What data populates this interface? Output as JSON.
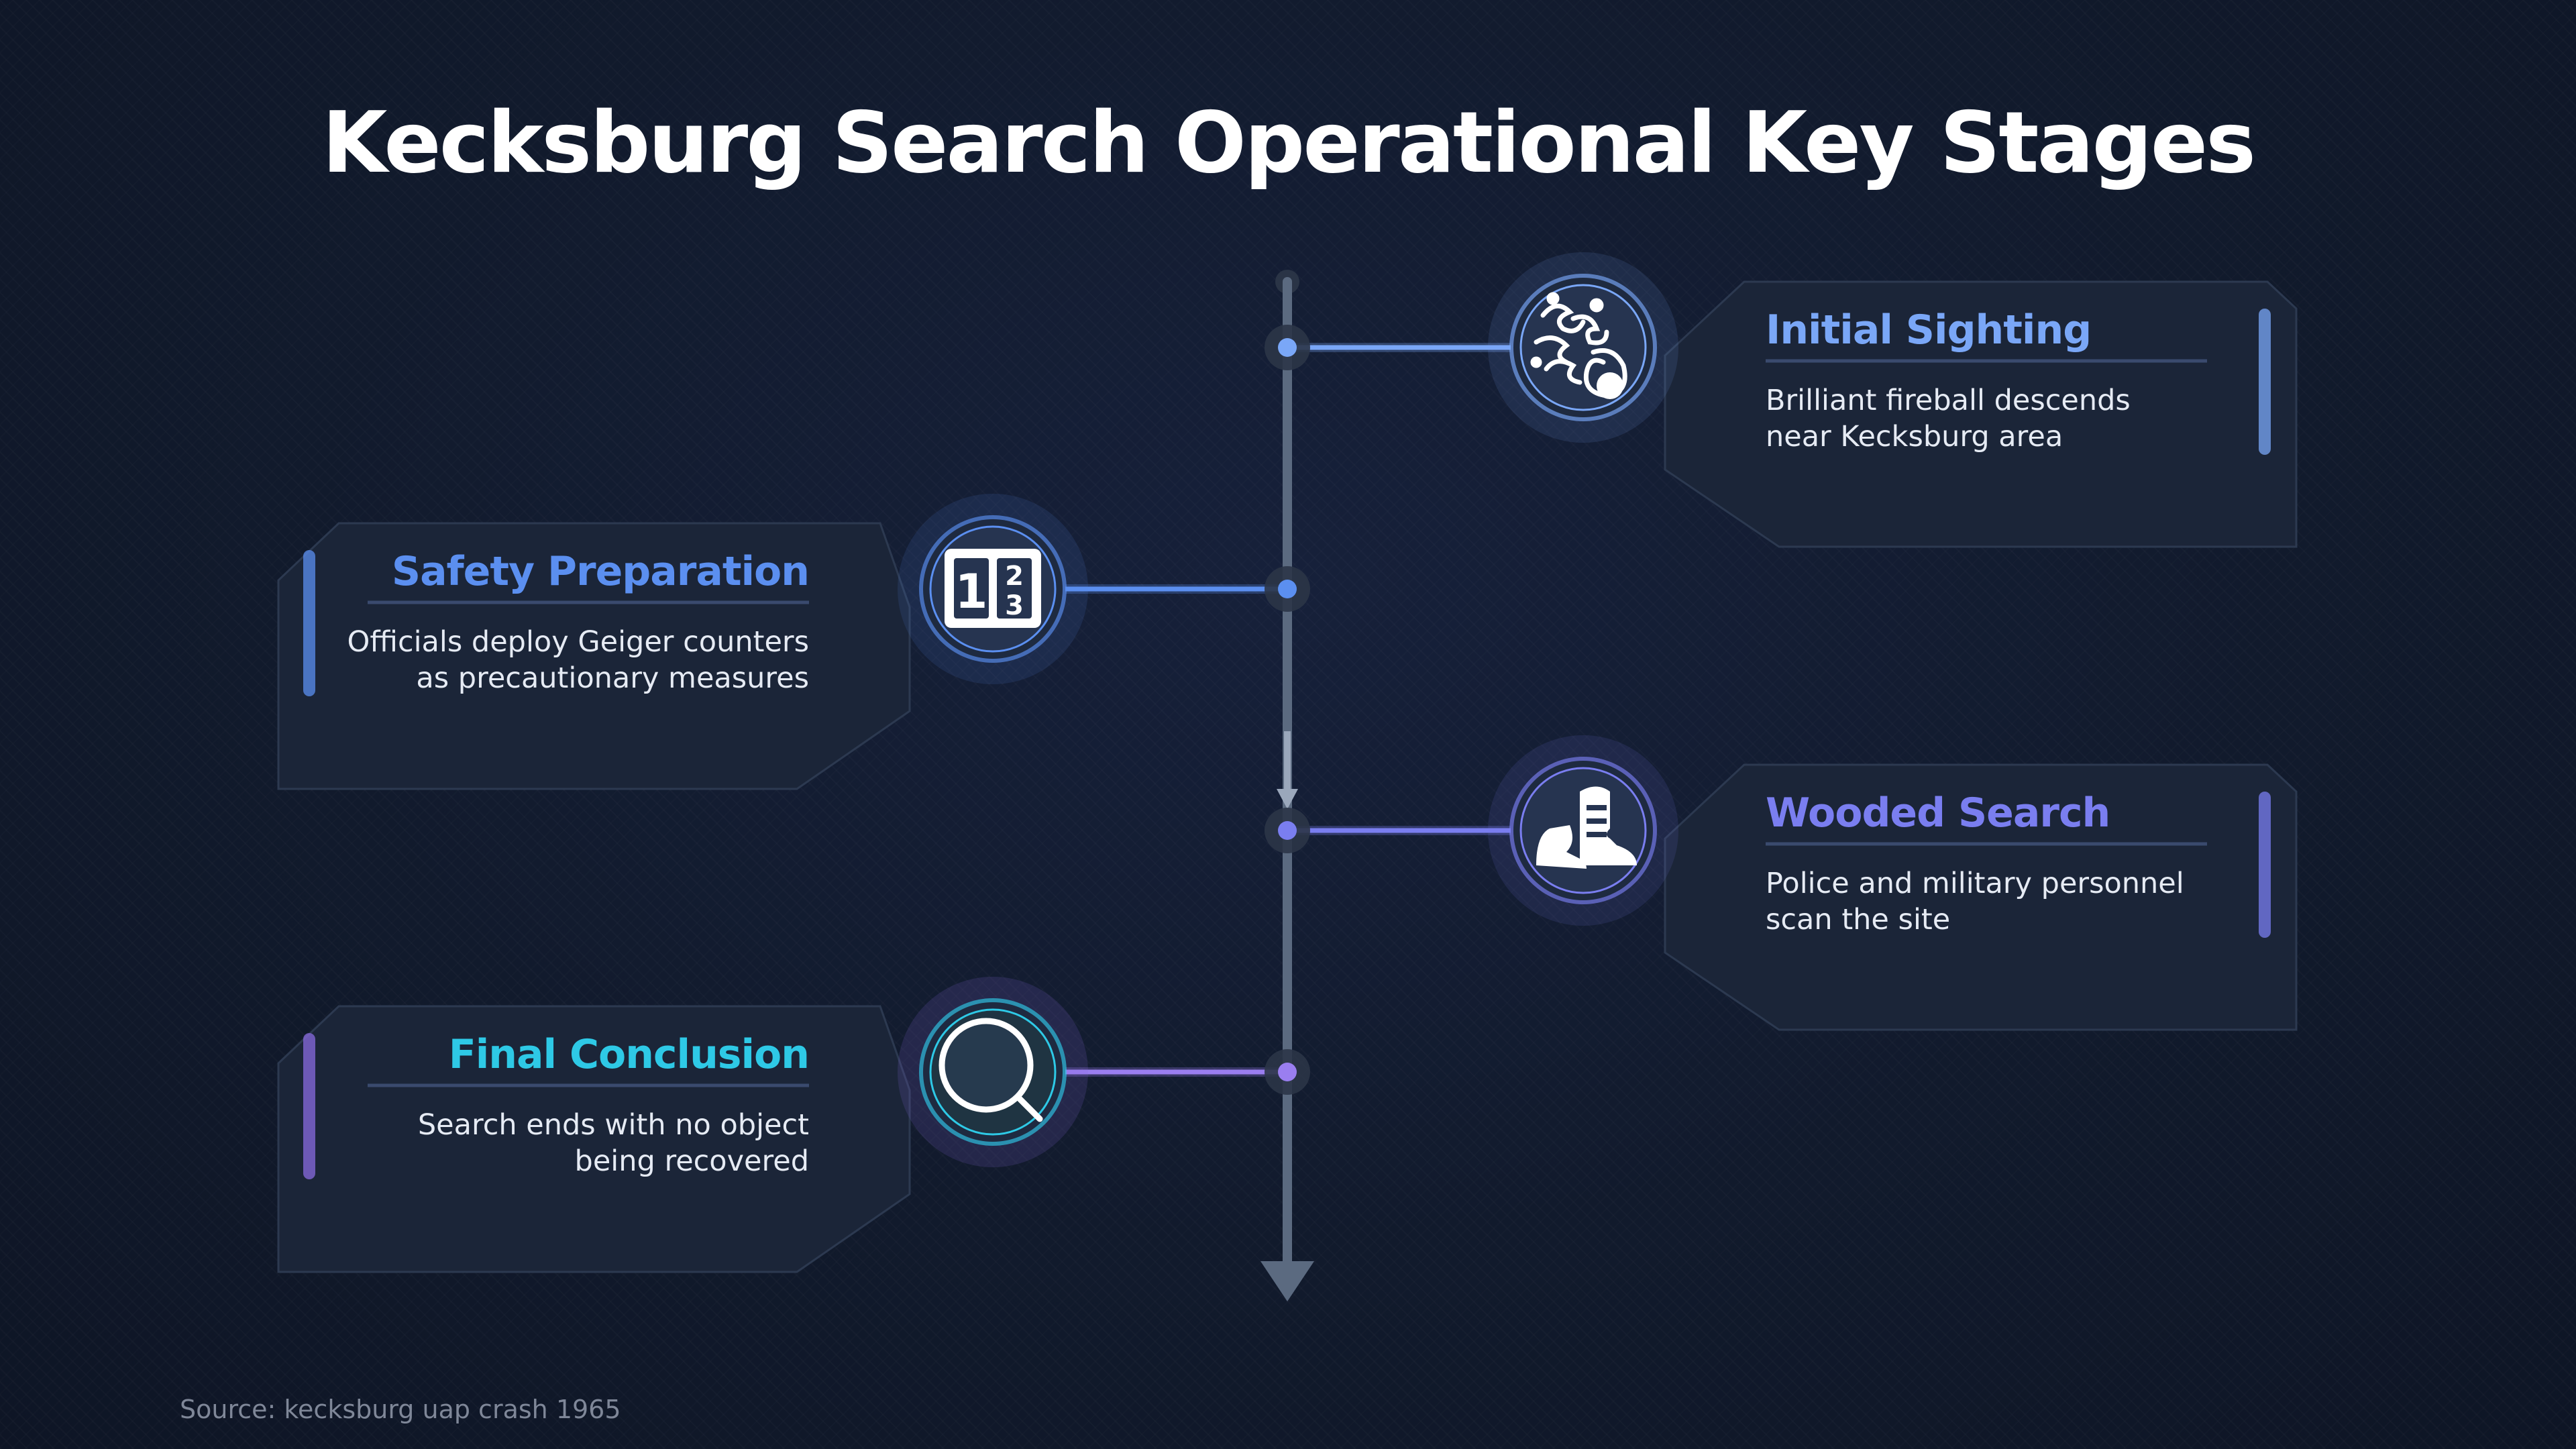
{
  "title": "Kecksburg Search Operational Key Stages",
  "source": "Source: kecksburg uap crash 1965",
  "stages": [
    {
      "title": "Initial Sighting",
      "description": "Brilliant fireball descends\nnear Kecksburg area",
      "side": "right",
      "color": "#7aa7f7",
      "icon": "fireball-icon"
    },
    {
      "title": "Safety Preparation",
      "description": "Officials deploy Geiger counters\nas precautionary measures",
      "side": "left",
      "color": "#5b8ff0",
      "icon": "numbered-checklist-icon"
    },
    {
      "title": "Wooded Search",
      "description": "Police and military personnel\nscan the site",
      "side": "right",
      "color": "#7a7ef0",
      "icon": "search-boots-icon"
    },
    {
      "title": "Final Conclusion",
      "description": "Search ends with no object\nbeing recovered",
      "side": "left",
      "color": "#2ec9e6",
      "icon": "magnifier-icon"
    }
  ],
  "accents": {
    "background": "#121a2b",
    "card": "#1b2538",
    "spine": "#5b6a80",
    "divider": "#3a4a6e"
  }
}
